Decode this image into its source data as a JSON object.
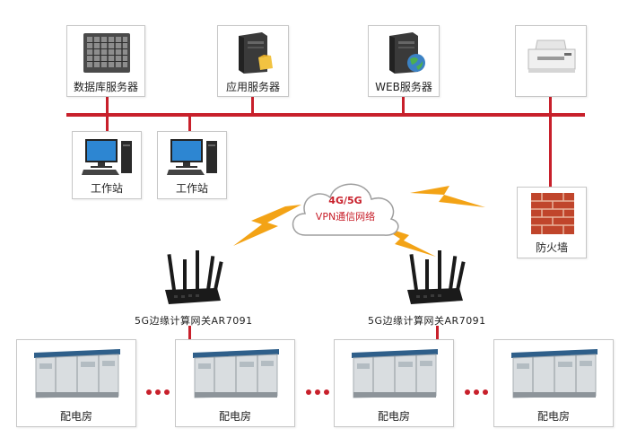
{
  "servers": {
    "database": "数据库服务器",
    "application": "应用服务器",
    "web": "WEB服务器"
  },
  "workstations": [
    "工作站",
    "工作站"
  ],
  "firewall": "防火墙",
  "cloud": {
    "line1": "4G/5G",
    "line2": "VPN通信网络"
  },
  "gateways": [
    "5G边缘计算网关AR7091",
    "5G边缘计算网关AR7091"
  ],
  "substations": [
    "配电房",
    "配电房",
    "配电房",
    "配电房"
  ],
  "colors": {
    "network_line": "#c8202b",
    "lightning": "#f3a316",
    "cloud_text": "#c8202b"
  }
}
